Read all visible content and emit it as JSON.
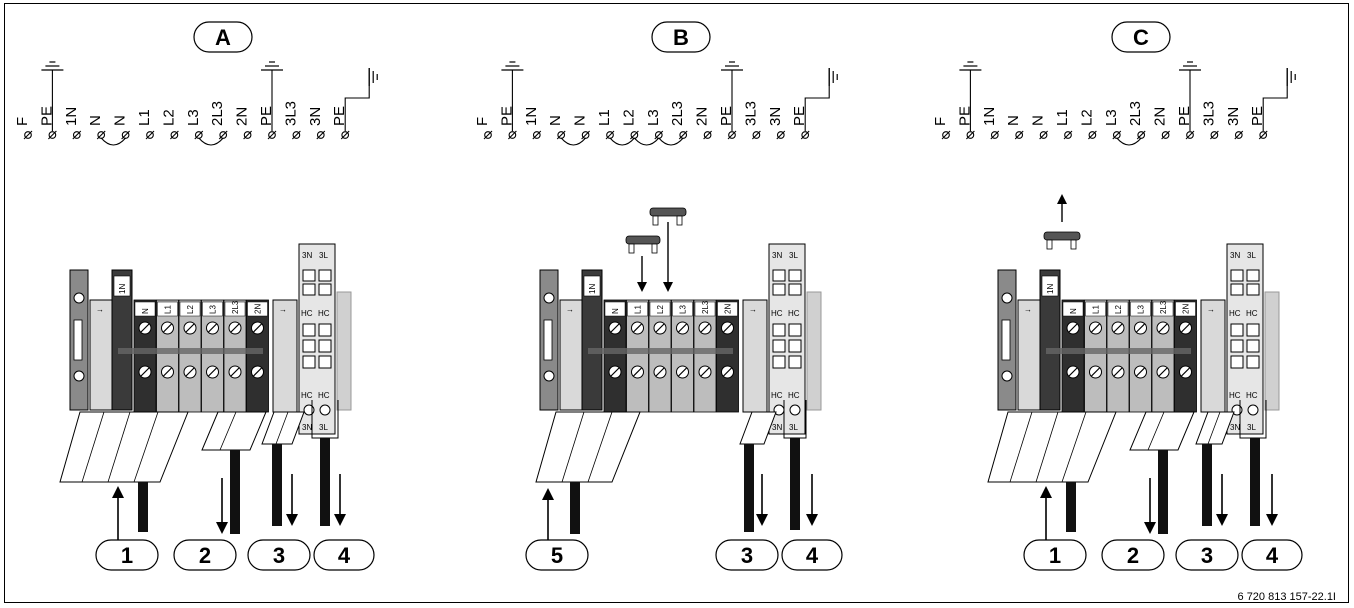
{
  "caption": "6 720 813 157-22.1I",
  "panels": [
    {
      "id": "A",
      "terminals": [
        "F",
        "PE",
        "1N",
        "N",
        "N",
        "L1",
        "L2",
        "L3",
        "2L3",
        "2N",
        "PE",
        "3L3",
        "3N",
        "PE"
      ],
      "ground_symbols": [
        "PE",
        "3L3"
      ],
      "top_labels": [
        "1N",
        "N",
        "L1",
        "L2",
        "L3",
        "2L3",
        "2N"
      ],
      "hc_labels": [
        "HC",
        "HC"
      ],
      "top_module_labels": [
        "3N",
        "3L"
      ],
      "bottom_module_labels": [
        "3N",
        "3L"
      ],
      "bottom_numbers": [
        "1",
        "2",
        "3",
        "4"
      ]
    },
    {
      "id": "B",
      "terminals": [
        "F",
        "PE",
        "1N",
        "N",
        "N",
        "L1",
        "L2",
        "L3",
        "2L3",
        "2N",
        "PE",
        "3L3",
        "3N",
        "PE"
      ],
      "ground_symbols": [
        "PE",
        "3L3"
      ],
      "top_labels": [
        "1N",
        "N",
        "L1",
        "L2",
        "L3",
        "2L3",
        "2N"
      ],
      "hc_labels": [
        "HC",
        "HC"
      ],
      "top_module_labels": [
        "3N",
        "3L"
      ],
      "bottom_module_labels": [
        "3N",
        "3L"
      ],
      "bottom_numbers": [
        "5",
        "3",
        "4"
      ]
    },
    {
      "id": "C",
      "terminals": [
        "F",
        "PE",
        "1N",
        "N",
        "N",
        "L1",
        "L2",
        "L3",
        "2L3",
        "2N",
        "PE",
        "3L3",
        "3N",
        "PE"
      ],
      "ground_symbols": [
        "PE",
        "3L3"
      ],
      "top_labels": [
        "1N",
        "N",
        "L1",
        "L2",
        "L3",
        "2L3",
        "2N"
      ],
      "hc_labels": [
        "HC",
        "HC"
      ],
      "top_module_labels": [
        "3N",
        "3L"
      ],
      "bottom_module_labels": [
        "3N",
        "3L"
      ],
      "bottom_numbers": [
        "1",
        "2",
        "3",
        "4"
      ]
    }
  ]
}
